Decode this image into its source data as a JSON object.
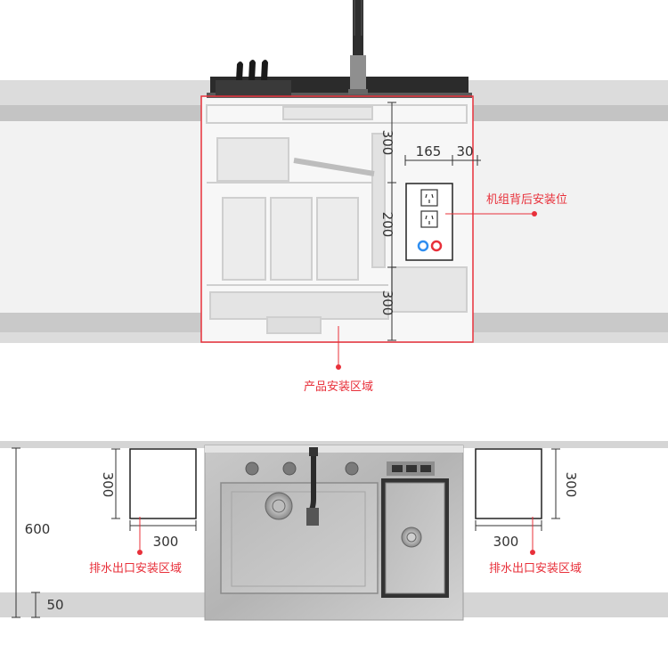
{
  "top_section": {
    "dim_top": "300",
    "dim_middle": "200",
    "dim_bottom": "300",
    "dim_width_a": "165",
    "dim_width_b": "30",
    "callout_rear": "机组背后安装位",
    "callout_product": "产品安装区域"
  },
  "bottom_section": {
    "height_total": "600",
    "height_base": "50",
    "left_box_height": "300",
    "left_box_width": "300",
    "right_box_height": "300",
    "right_box_width": "300",
    "left_drain_label": "排水出口安装区域",
    "right_drain_label": "排水出口安装区域"
  },
  "colors": {
    "accent_red": "#e8303a",
    "dimension": "#333333",
    "counter_gray": "#d5d5d5",
    "cold_water": "#2f8ef0",
    "hot_water": "#e8303a"
  },
  "icons": [
    "power-socket-icon",
    "cold-water-inlet-icon",
    "hot-water-inlet-icon",
    "faucet-icon",
    "drain-icon"
  ]
}
